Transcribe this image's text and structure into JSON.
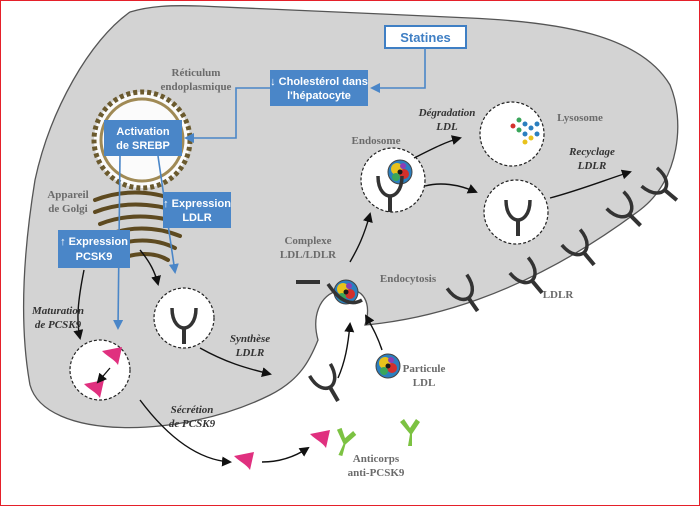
{
  "labels": {
    "statines": "Statines",
    "cholesterol_1": "↓ Cholestérol dans",
    "cholesterol_2": "l'hépatocyte",
    "reticulum_1": "Réticulum",
    "reticulum_2": "endoplasmique",
    "srebp_1": "Activation",
    "srebp_2": "de SREBP",
    "golgi_1": "Appareil",
    "golgi_2": "de Golgi",
    "expr_ldlr_1": "↑ Expression",
    "expr_ldlr_2": "LDLR",
    "expr_pcsk9_1": "↑ Expression",
    "expr_pcsk9_2": "PCSK9",
    "maturation_1": "Maturation",
    "maturation_2": "de PCSK9",
    "synthese_1": "Synthèse",
    "synthese_2": "LDLR",
    "secretion_1": "Sécrétion",
    "secretion_2": "de PCSK9",
    "complexe_1": "Complexe",
    "complexe_2": "LDL/LDLR",
    "endosome": "Endosome",
    "degradation_1": "Dégradation",
    "degradation_2": "LDL",
    "lysosome": "Lysosome",
    "recyclage_1": "Recyclage",
    "recyclage_2": "LDLR",
    "endocytosis": "Endocytosis",
    "ldlr": "LDLR",
    "particule_1": "Particule",
    "particule_2": "LDL",
    "anticorps_1": "Anticorps",
    "anticorps_2": "anti-PCSK9"
  },
  "colors": {
    "cell": "#d3d3d3",
    "box": "#4a86c8",
    "statin_border": "#3f7fc4",
    "pcsk9": "#e0307f",
    "antibody": "#7cc242",
    "frame": "#e5202a"
  }
}
